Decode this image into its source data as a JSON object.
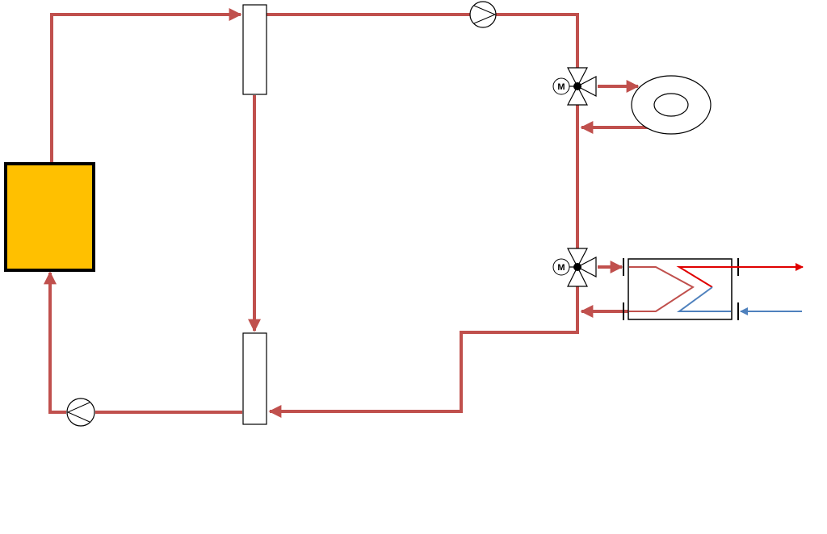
{
  "colors": {
    "pipe": "#C0504D",
    "hot_supply": "#E00000",
    "cold_return": "#4F81BD",
    "boiler_fill": "#FFC000",
    "outline": "#000000",
    "background": "#FFFFFF"
  },
  "components": {
    "valve_top": {
      "motor_label": "M"
    },
    "valve_bottom": {
      "motor_label": "M"
    }
  },
  "icons": [
    "boiler",
    "pump-icon",
    "hydraulic-separator",
    "three-way-valve-icon",
    "motor-icon",
    "radiator-coil-icon",
    "heat-exchanger-icon",
    "flow-arrow-icon"
  ]
}
